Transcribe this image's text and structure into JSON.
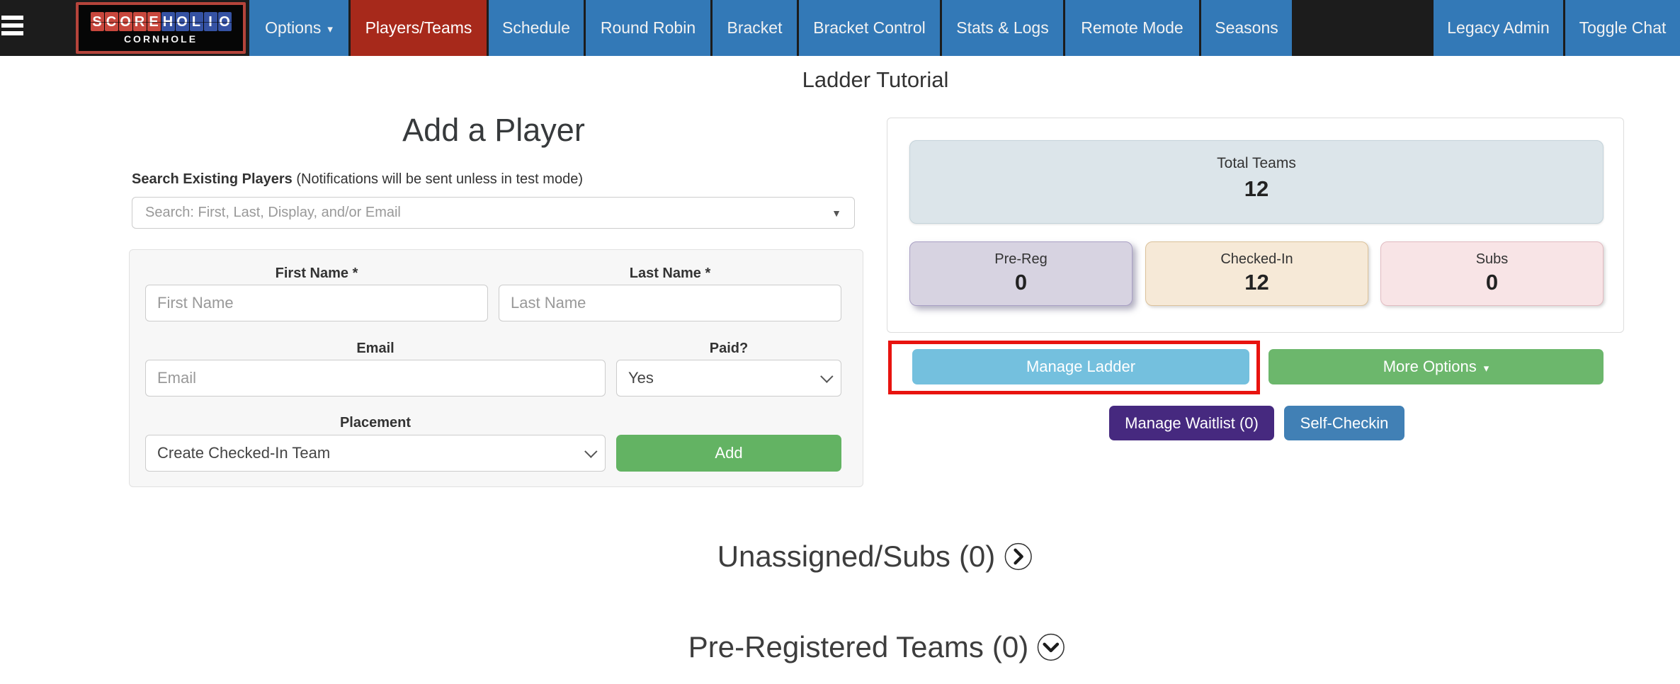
{
  "nav": {
    "caret": "▾",
    "logo": {
      "letters": [
        "S",
        "C",
        "O",
        "R",
        "E",
        "H",
        "O",
        "L",
        "I",
        "O"
      ],
      "line2": "CORNHOLE"
    },
    "items": [
      {
        "label": "Options"
      },
      {
        "label": "Players/Teams"
      },
      {
        "label": "Schedule"
      },
      {
        "label": "Round Robin"
      },
      {
        "label": "Bracket"
      },
      {
        "label": "Bracket Control"
      },
      {
        "label": "Stats & Logs"
      },
      {
        "label": "Remote Mode"
      },
      {
        "label": "Seasons"
      },
      {
        "label": "Legacy Admin"
      },
      {
        "label": "Toggle Chat"
      }
    ]
  },
  "page": {
    "title": "Ladder Tutorial"
  },
  "add_player": {
    "heading": "Add a Player",
    "search_label_bold": "Search Existing Players",
    "search_label_note": " (Notifications will be sent unless in test mode)",
    "search_placeholder": "Search: First, Last, Display, and/or Email",
    "first_name_label": "First Name *",
    "first_name_placeholder": "First Name",
    "last_name_label": "Last Name *",
    "last_name_placeholder": "Last Name",
    "email_label": "Email",
    "email_placeholder": "Email",
    "paid_label": "Paid?",
    "paid_value": "Yes",
    "placement_label": "Placement",
    "placement_value": "Create Checked-In Team",
    "add_button": "Add"
  },
  "stats": {
    "total_teams": {
      "label": "Total Teams",
      "value": "12"
    },
    "cards": [
      {
        "label": "Pre-Reg",
        "value": "0"
      },
      {
        "label": "Checked-In",
        "value": "12"
      },
      {
        "label": "Subs",
        "value": "0"
      }
    ]
  },
  "actions": {
    "manage_ladder": "Manage Ladder",
    "more_options": "More Options",
    "manage_waitlist": "Manage Waitlist (0)",
    "self_checkin": "Self-Checkin"
  },
  "sections": {
    "unassigned": {
      "title": "Unassigned/Subs",
      "count": "(0)"
    },
    "preregistered": {
      "title": "Pre-Registered Teams",
      "count": "(0)"
    }
  },
  "colors": {
    "nav_blue": "#3379b7",
    "nav_active_red": "#a7291b",
    "nav_dark": "#1c1c1c",
    "manage_ladder_blue": "#74c0de",
    "more_options_green": "#6cb76c",
    "add_green": "#63b363",
    "waitlist_purple": "#46297f",
    "self_checkin_blue": "#4180b5",
    "annotation_red": "#e8130f",
    "total_teams_bg": "#dce5ea",
    "prereg_bg": "#d7d3e1",
    "checkedin_bg": "#f6e9d7",
    "subs_bg": "#f8e4e6"
  }
}
